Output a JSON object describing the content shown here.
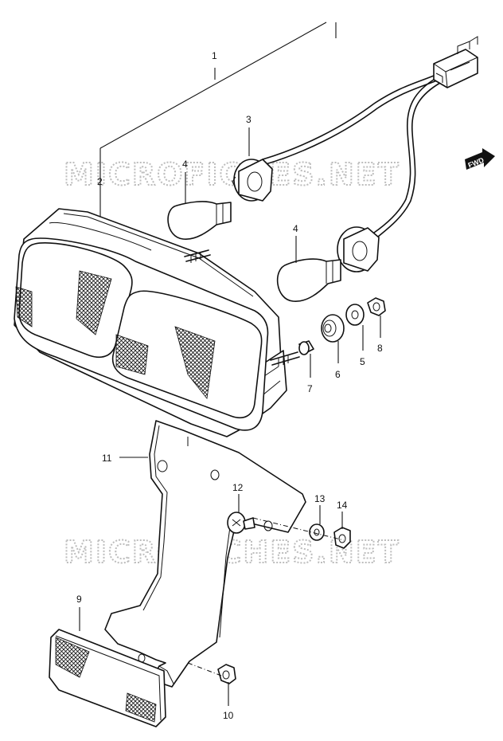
{
  "watermark": {
    "text": "MICROFICHES.NET"
  },
  "direction_arrow": {
    "label": "FWD"
  },
  "callouts": [
    {
      "id": "1",
      "label": "1"
    },
    {
      "id": "2",
      "label": "2"
    },
    {
      "id": "3",
      "label": "3"
    },
    {
      "id": "4a",
      "label": "4"
    },
    {
      "id": "4b",
      "label": "4"
    },
    {
      "id": "5",
      "label": "5"
    },
    {
      "id": "6",
      "label": "6"
    },
    {
      "id": "7",
      "label": "7"
    },
    {
      "id": "8",
      "label": "8"
    },
    {
      "id": "9",
      "label": "9"
    },
    {
      "id": "10",
      "label": "10"
    },
    {
      "id": "11",
      "label": "11"
    },
    {
      "id": "12",
      "label": "12"
    },
    {
      "id": "13",
      "label": "13"
    },
    {
      "id": "14",
      "label": "14"
    }
  ]
}
